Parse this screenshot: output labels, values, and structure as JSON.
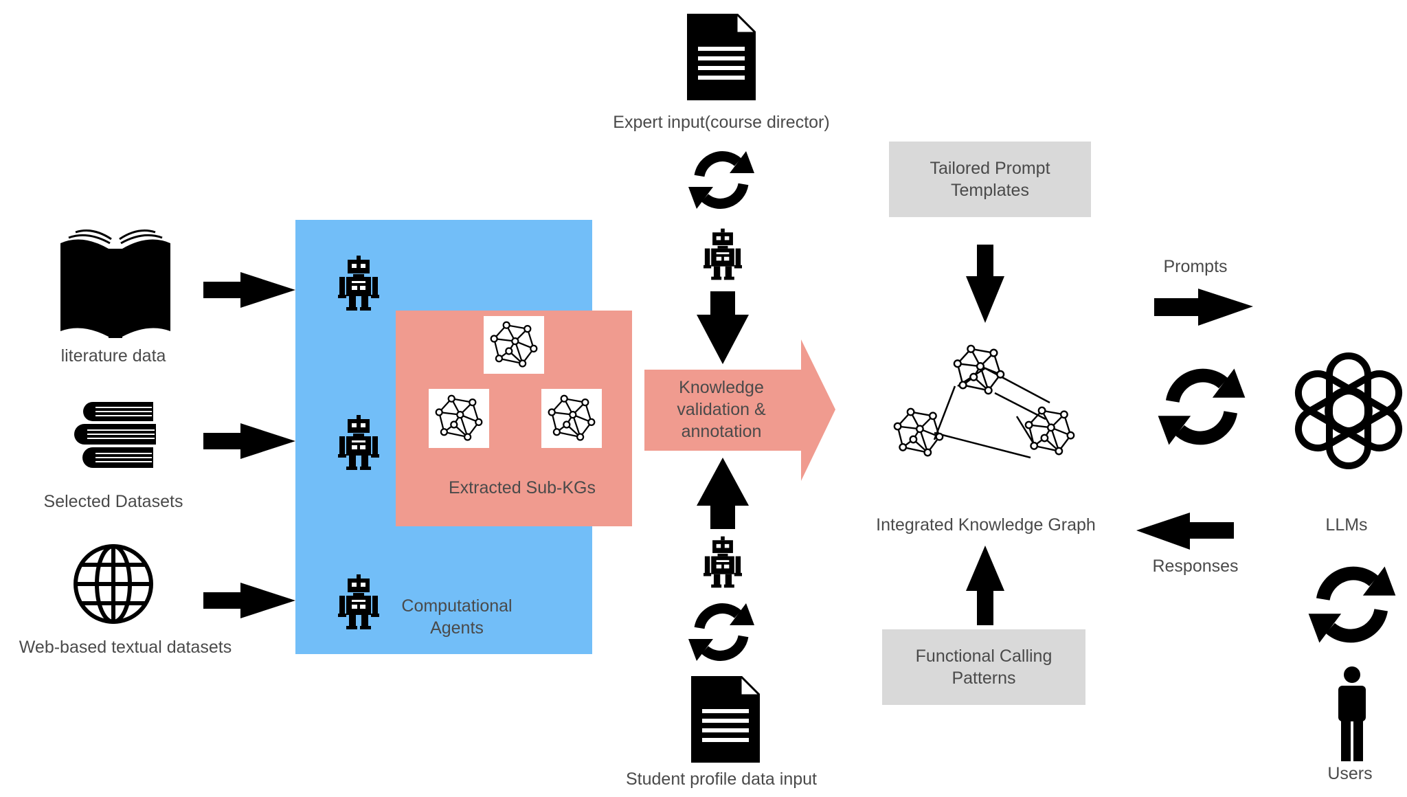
{
  "colors": {
    "agents_box": "#72bef8",
    "subkg_box": "#f09b8f",
    "validation_arrow": "#f09b8f",
    "template_box": "#d9d9d9",
    "text": "#4a4a4a",
    "icon": "#000000"
  },
  "sources": [
    {
      "label": "literature data",
      "icon": "book-icon"
    },
    {
      "label": "Selected Datasets",
      "icon": "stacked-books-icon"
    },
    {
      "label": "Web-based textual datasets",
      "icon": "globe-icon"
    }
  ],
  "agents_box": {
    "label": "Computational\nAgents"
  },
  "subkg_box": {
    "label": "Extracted Sub-KGs"
  },
  "expert_input": {
    "label": "Expert input(course director)"
  },
  "student_input": {
    "label": "Student profile data input"
  },
  "validation": {
    "label": "Knowledge\nvalidation &\nannotation"
  },
  "prompt_templates": {
    "label": "Tailored Prompt\nTemplates"
  },
  "function_patterns": {
    "label": "Functional Calling\nPatterns"
  },
  "knowledge_graph": {
    "label": "Integrated Knowledge Graph"
  },
  "prompts": {
    "label": "Prompts"
  },
  "responses": {
    "label": "Responses"
  },
  "llms": {
    "label": "LLMs",
    "icon": "openai-logo-icon"
  },
  "users": {
    "label": "Users",
    "icon": "user-icon"
  }
}
